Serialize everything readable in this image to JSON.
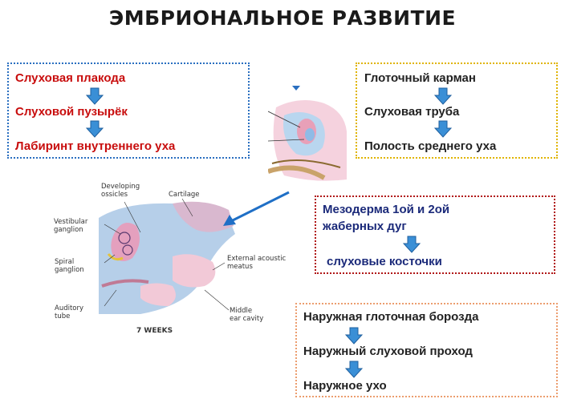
{
  "title": "ЭМБРИОНАЛЬНОЕ  РАЗВИТИЕ",
  "colors": {
    "red_text": "#c80d0d",
    "dark_text": "#222222",
    "navy_text": "#1b2a7a",
    "arrow_fill": "#3a8fd6",
    "box1_border": "#2a6fc0",
    "box2_border": "#e0b400",
    "box3_border": "#b01616",
    "box4_border": "#ec9d6e"
  },
  "box_inner_ear": {
    "items": [
      "Слуховая  плакода",
      "Слуховой пузырёк",
      "Лабиринт внутреннего уха"
    ]
  },
  "box_middle_ear": {
    "items": [
      "Глоточный карман",
      "Слуховая труба",
      "Полость среднего уха"
    ]
  },
  "box_mesoderm": {
    "items": [
      "Мезодерма 1ой и 2ой",
      "жаберных дуг",
      "слуховые косточки"
    ]
  },
  "box_outer_ear": {
    "items": [
      "Наружная глоточная борозда",
      "Наружный слуховой проход",
      "Наружное ухо"
    ]
  },
  "figure": {
    "labels": {
      "ossicles": "Developing\nossicles",
      "cartilage": "Cartilage",
      "vestibular": "Vestibular\nganglion",
      "spiral": "Spiral\nganglion",
      "auditory_tube": "Auditory\ntube",
      "meatus": "External acoustic\nmeatus",
      "middle_ear": "Middle\near cavity",
      "weeks": "7 WEEKS"
    }
  }
}
